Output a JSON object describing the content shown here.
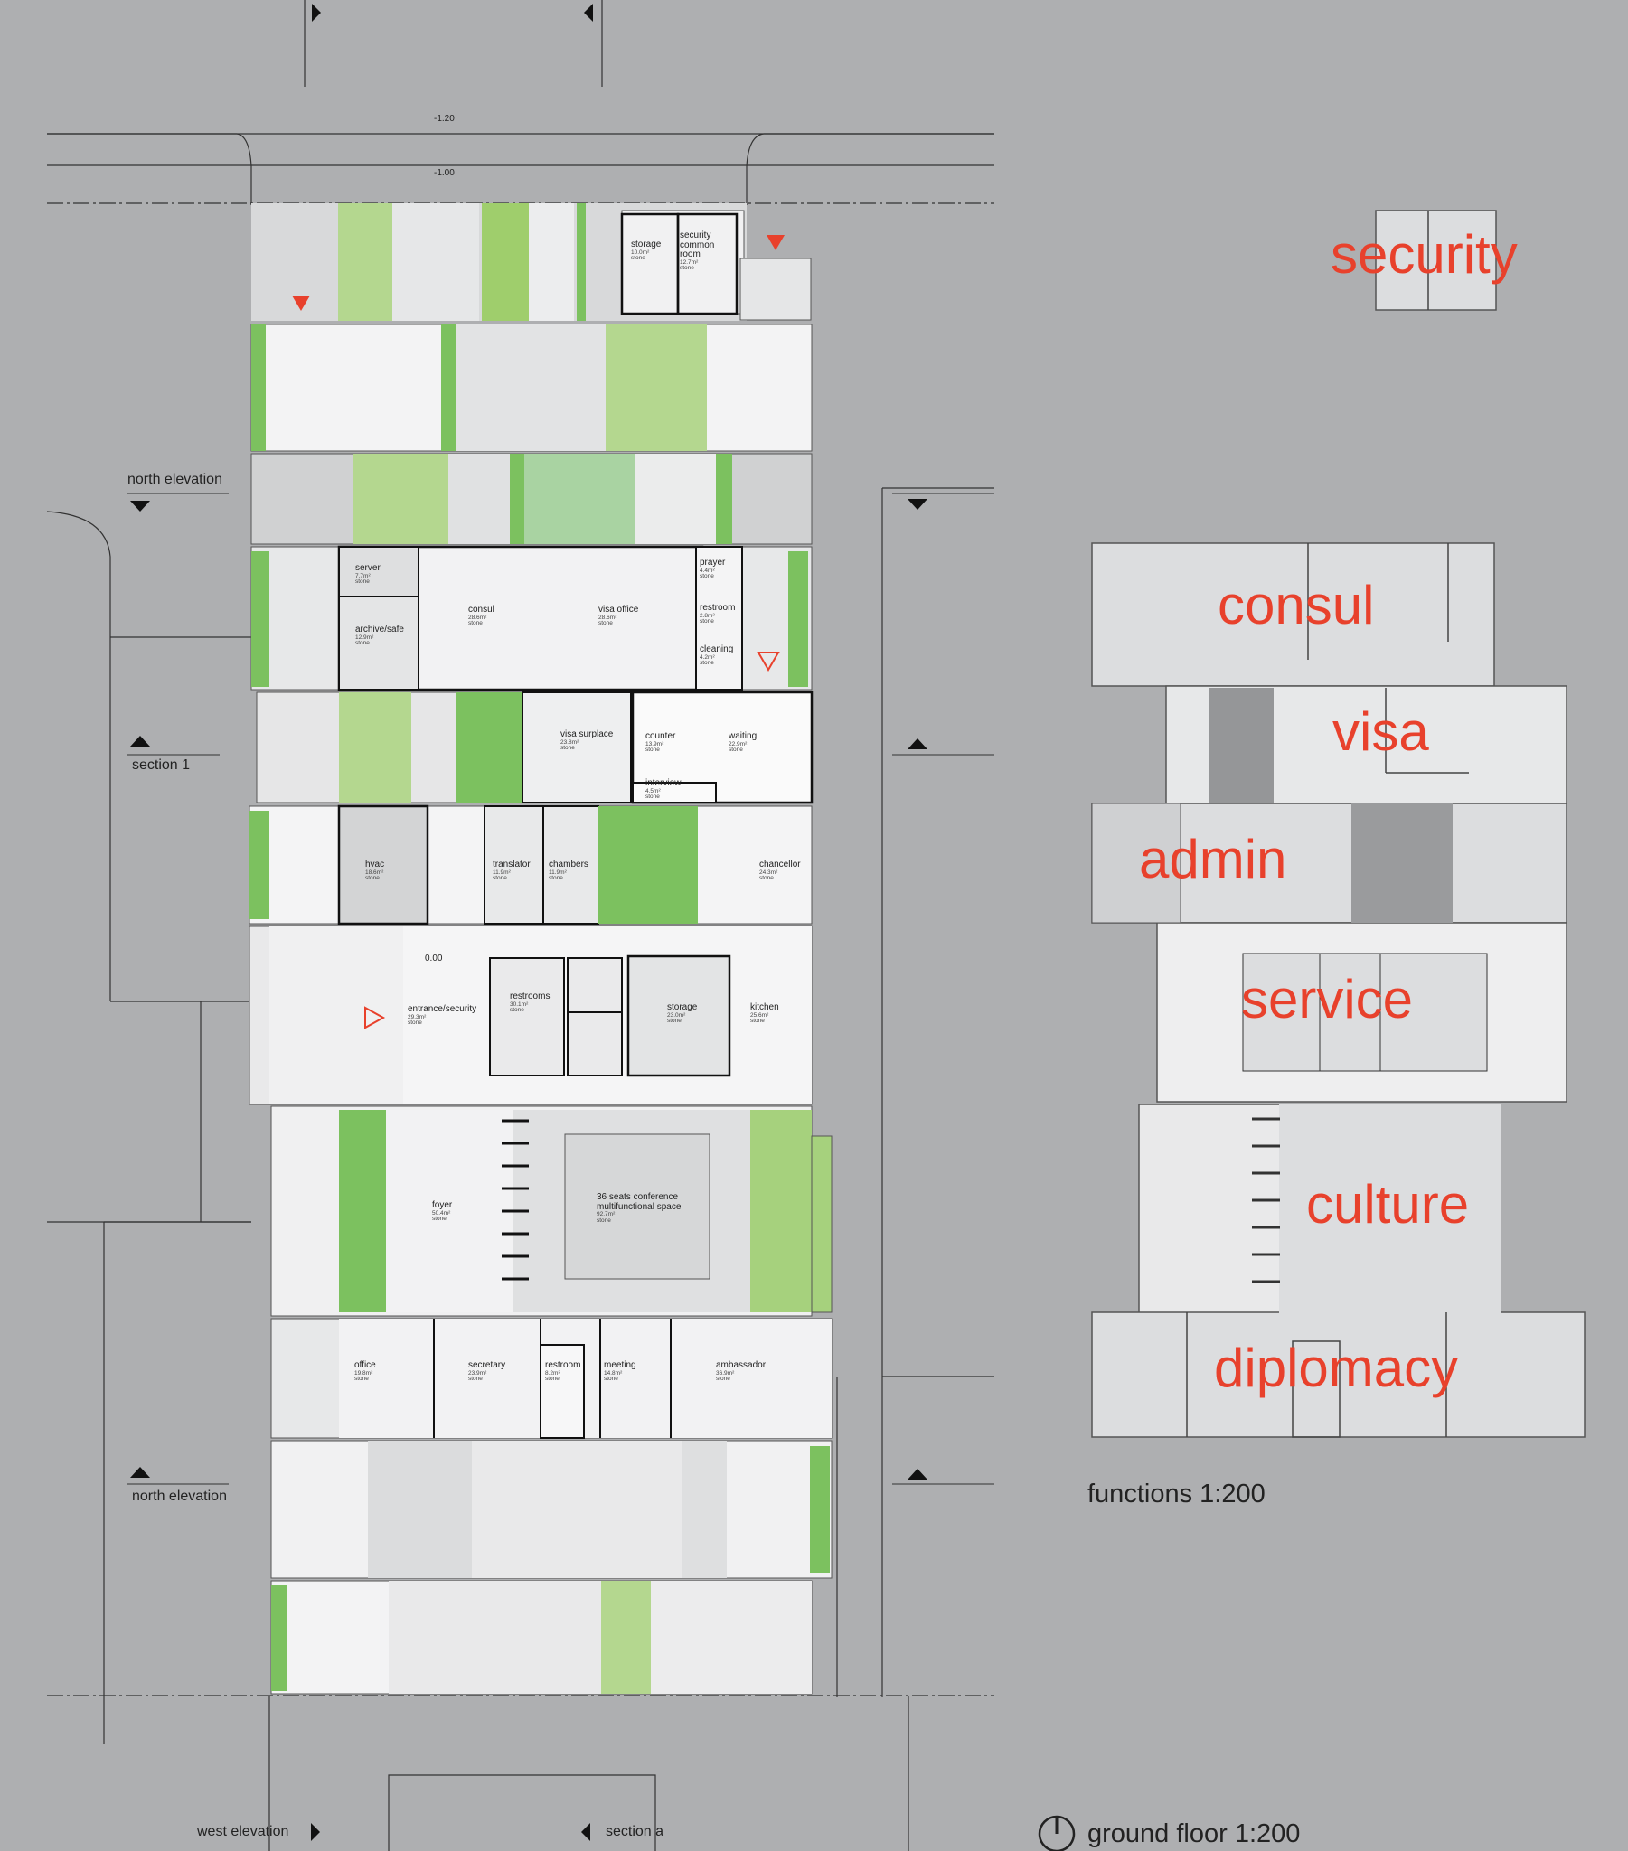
{
  "levels": {
    "street_upper": "-1.20",
    "street_lower": "-1.00",
    "ground": "0.00"
  },
  "elevation_labels": {
    "north_top": "north elevation",
    "section_1": "section 1",
    "north_bottom": "north elevation",
    "west": "west elevation",
    "section_a": "section a"
  },
  "rooms": [
    {
      "name": "storage",
      "area": "10.0m²",
      "material": "stone"
    },
    {
      "name": "security common room",
      "area": "12.7m²",
      "material": "stone"
    },
    {
      "name": "server",
      "area": "7.7m²",
      "material": "stone"
    },
    {
      "name": "archive/safe",
      "area": "12.9m²",
      "material": "stone"
    },
    {
      "name": "consul",
      "area": "28.6m²",
      "material": "stone"
    },
    {
      "name": "visa office",
      "area": "28.6m²",
      "material": "stone"
    },
    {
      "name": "prayer",
      "area": "4.4m²",
      "material": "stone"
    },
    {
      "name": "restroom",
      "area": "2.8m²",
      "material": "stone"
    },
    {
      "name": "cleaning",
      "area": "4.2m²",
      "material": "stone"
    },
    {
      "name": "visa surplace",
      "area": "23.8m²",
      "material": "stone"
    },
    {
      "name": "counter",
      "area": "13.9m²",
      "material": "stone"
    },
    {
      "name": "waiting",
      "area": "22.9m²",
      "material": "stone"
    },
    {
      "name": "interview",
      "area": "4.5m²",
      "material": "stone"
    },
    {
      "name": "hvac",
      "area": "18.6m²",
      "material": "stone"
    },
    {
      "name": "translator",
      "area": "11.9m²",
      "material": "stone"
    },
    {
      "name": "chambers",
      "area": "11.9m²",
      "material": "stone"
    },
    {
      "name": "chancellor",
      "area": "24.3m²",
      "material": "stone"
    },
    {
      "name": "entrance/security",
      "area": "29.3m²",
      "material": "stone"
    },
    {
      "name": "restrooms",
      "area": "30.1m²",
      "material": "stone"
    },
    {
      "name": "storage",
      "area": "23.0m²",
      "material": "stone"
    },
    {
      "name": "kitchen",
      "area": "25.6m²",
      "material": "stone"
    },
    {
      "name": "foyer",
      "area": "50.4m²",
      "material": "stone"
    },
    {
      "name": "36 seats conference multifunctional space",
      "area": "92.7m²",
      "material": "stone"
    },
    {
      "name": "office",
      "area": "19.8m²",
      "material": "stone"
    },
    {
      "name": "secretary",
      "area": "23.9m²",
      "material": "stone"
    },
    {
      "name": "restroom",
      "area": "8.2m²",
      "material": "stone"
    },
    {
      "name": "meeting",
      "area": "14.8m²",
      "material": "stone"
    },
    {
      "name": "ambassador",
      "area": "36.9m²",
      "material": "stone"
    }
  ],
  "functions": [
    "security",
    "consul",
    "visa",
    "admin",
    "service",
    "culture",
    "diplomacy"
  ],
  "scales": {
    "functions": "functions 1:200",
    "ground_floor": "ground floor 1:200"
  },
  "colors": {
    "background": "#aeafb1",
    "function_label": "#e8412c",
    "marker": "#e8412c",
    "green": "#a6d17d",
    "dark_green": "#7cc15f"
  }
}
